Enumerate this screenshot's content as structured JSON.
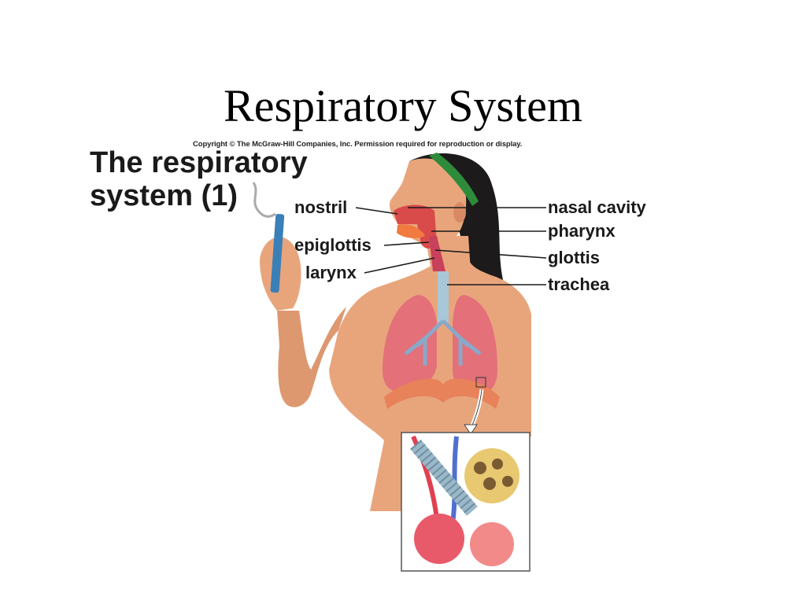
{
  "slide": {
    "title": "Respiratory System"
  },
  "figure": {
    "copyright": "Copyright © The McGraw-Hill Companies, Inc. Permission required for reproduction or display.",
    "title_line1": "The respiratory",
    "title_line2": "system (1)",
    "labels": {
      "nostril": "nostril",
      "epiglottis": "epiglottis",
      "larynx": "larynx",
      "nasal_cavity": "nasal cavity",
      "pharynx": "pharynx",
      "glottis": "glottis",
      "trachea": "trachea"
    }
  },
  "colors": {
    "skin": "#e8a57c",
    "skin_shadow": "#c9825a",
    "hair": "#1c1a1a",
    "headband": "#2e8b3a",
    "lung": "#e4707a",
    "lung_light": "#f2a2a8",
    "diaphragm": "#e8825a",
    "trachea": "#a8c8d8",
    "cigarette": "#3a7fb8",
    "alveoli": "#f28a8a",
    "cut_alveoli": "#e8c870"
  }
}
